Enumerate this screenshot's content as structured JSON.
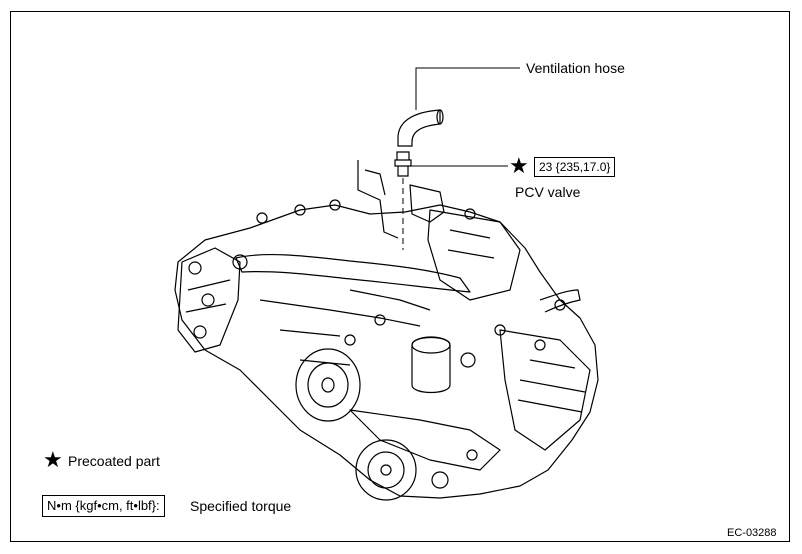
{
  "labels": {
    "ventilation_hose": "Ventilation hose",
    "pcv_valve": "PCV valve",
    "torque_value": "23 {235,17.0}"
  },
  "legend": {
    "star_symbol": "★",
    "precoated": "Precoated part",
    "torque_units": "N•m {kgf•cm, ft•lbf}:",
    "specified_torque": "Specified torque"
  },
  "figure_code": "EC-03288",
  "icons": {
    "star": "star-icon"
  }
}
